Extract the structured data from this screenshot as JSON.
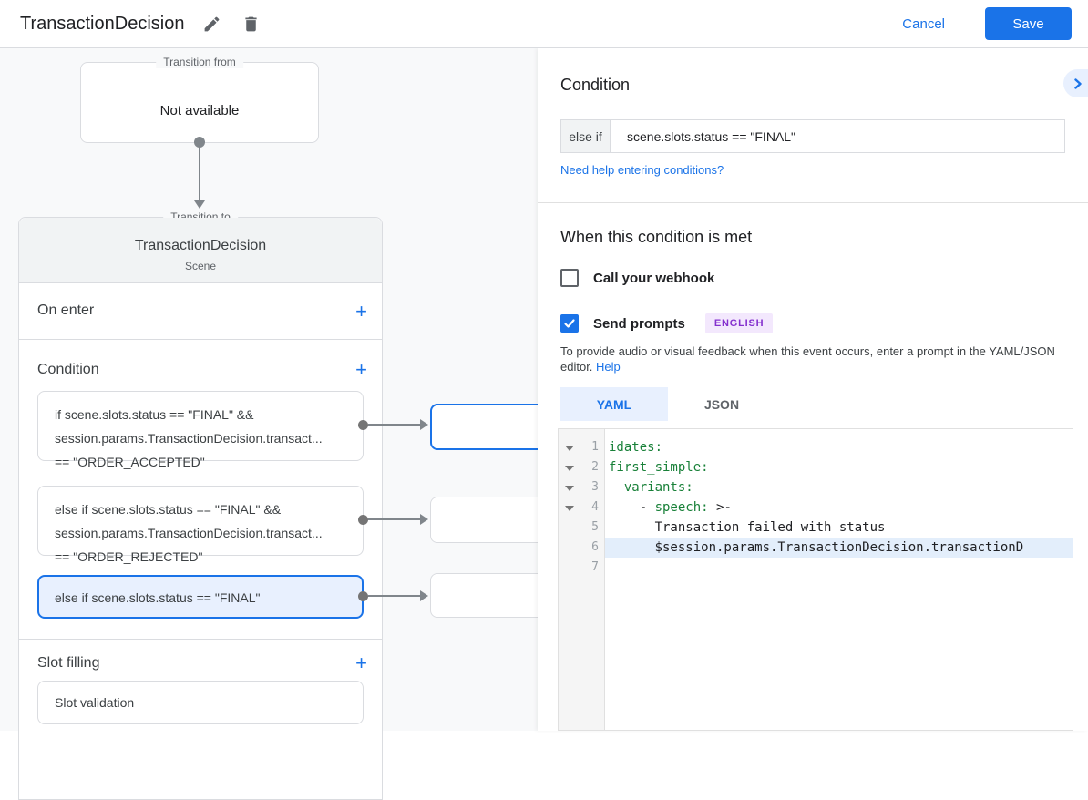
{
  "header": {
    "title": "TransactionDecision",
    "cancel_label": "Cancel",
    "save_label": "Save"
  },
  "colors": {
    "accent": "#1a73e8",
    "selected_bg": "#e8f0fe",
    "code_key_green": "#188038",
    "badge_bg": "#f3e8fd",
    "badge_text": "#8430ce"
  },
  "diagram": {
    "transition_from": {
      "legend": "Transition from",
      "content": "Not available"
    },
    "transition_to": {
      "legend": "Transition to",
      "title": "TransactionDecision",
      "subtitle": "Scene",
      "on_enter": {
        "label": "On enter",
        "add": "+"
      },
      "condition": {
        "label": "Condition",
        "add": "+",
        "cards": [
          {
            "lines": [
              "if scene.slots.status == \"FINAL\" &&",
              "session.params.TransactionDecision.transact...",
              "== \"ORDER_ACCEPTED\""
            ]
          },
          {
            "lines": [
              "else if scene.slots.status == \"FINAL\" &&",
              "session.params.TransactionDecision.transact...",
              "== \"ORDER_REJECTED\""
            ]
          },
          {
            "lines": [
              "else if scene.slots.status == \"FINAL\""
            ]
          }
        ]
      },
      "slot_filling": {
        "label": "Slot filling",
        "add": "+",
        "card": "Slot validation"
      }
    }
  },
  "panel": {
    "condition_heading": "Condition",
    "else_if_label": "else if",
    "condition_value": "scene.slots.status == \"FINAL\"",
    "help_link": "Need help entering conditions?",
    "when_heading": "When this condition is met",
    "webhook_label": "Call your webhook",
    "send_prompts_label": "Send prompts",
    "language_badge": "ENGLISH",
    "hint_text": "To provide audio or visual feedback when this event occurs, enter a prompt in the YAML/JSON editor. ",
    "hint_help_label": "Help",
    "tabs": {
      "yaml": "YAML",
      "json": "JSON"
    },
    "editor": {
      "lines": [
        {
          "num": "1",
          "fold": true,
          "highlight": false,
          "segs": [
            {
              "t": "idates:",
              "c": "g"
            }
          ]
        },
        {
          "num": "2",
          "fold": true,
          "highlight": false,
          "segs": [
            {
              "t": "first_simple:",
              "c": "g"
            }
          ]
        },
        {
          "num": "3",
          "fold": true,
          "highlight": false,
          "segs": [
            {
              "t": "  ",
              "c": "p"
            },
            {
              "t": "variants:",
              "c": "g"
            }
          ]
        },
        {
          "num": "4",
          "fold": true,
          "highlight": false,
          "segs": [
            {
              "t": "    - ",
              "c": "p"
            },
            {
              "t": "speech:",
              "c": "g"
            },
            {
              "t": " >-",
              "c": "p"
            }
          ]
        },
        {
          "num": "5",
          "fold": false,
          "highlight": false,
          "segs": [
            {
              "t": "      Transaction failed with status",
              "c": "p"
            }
          ]
        },
        {
          "num": "6",
          "fold": false,
          "highlight": true,
          "segs": [
            {
              "t": "      $session.params.TransactionDecision.transactionD",
              "c": "p"
            }
          ]
        },
        {
          "num": "7",
          "fold": false,
          "highlight": false,
          "segs": []
        }
      ]
    }
  }
}
